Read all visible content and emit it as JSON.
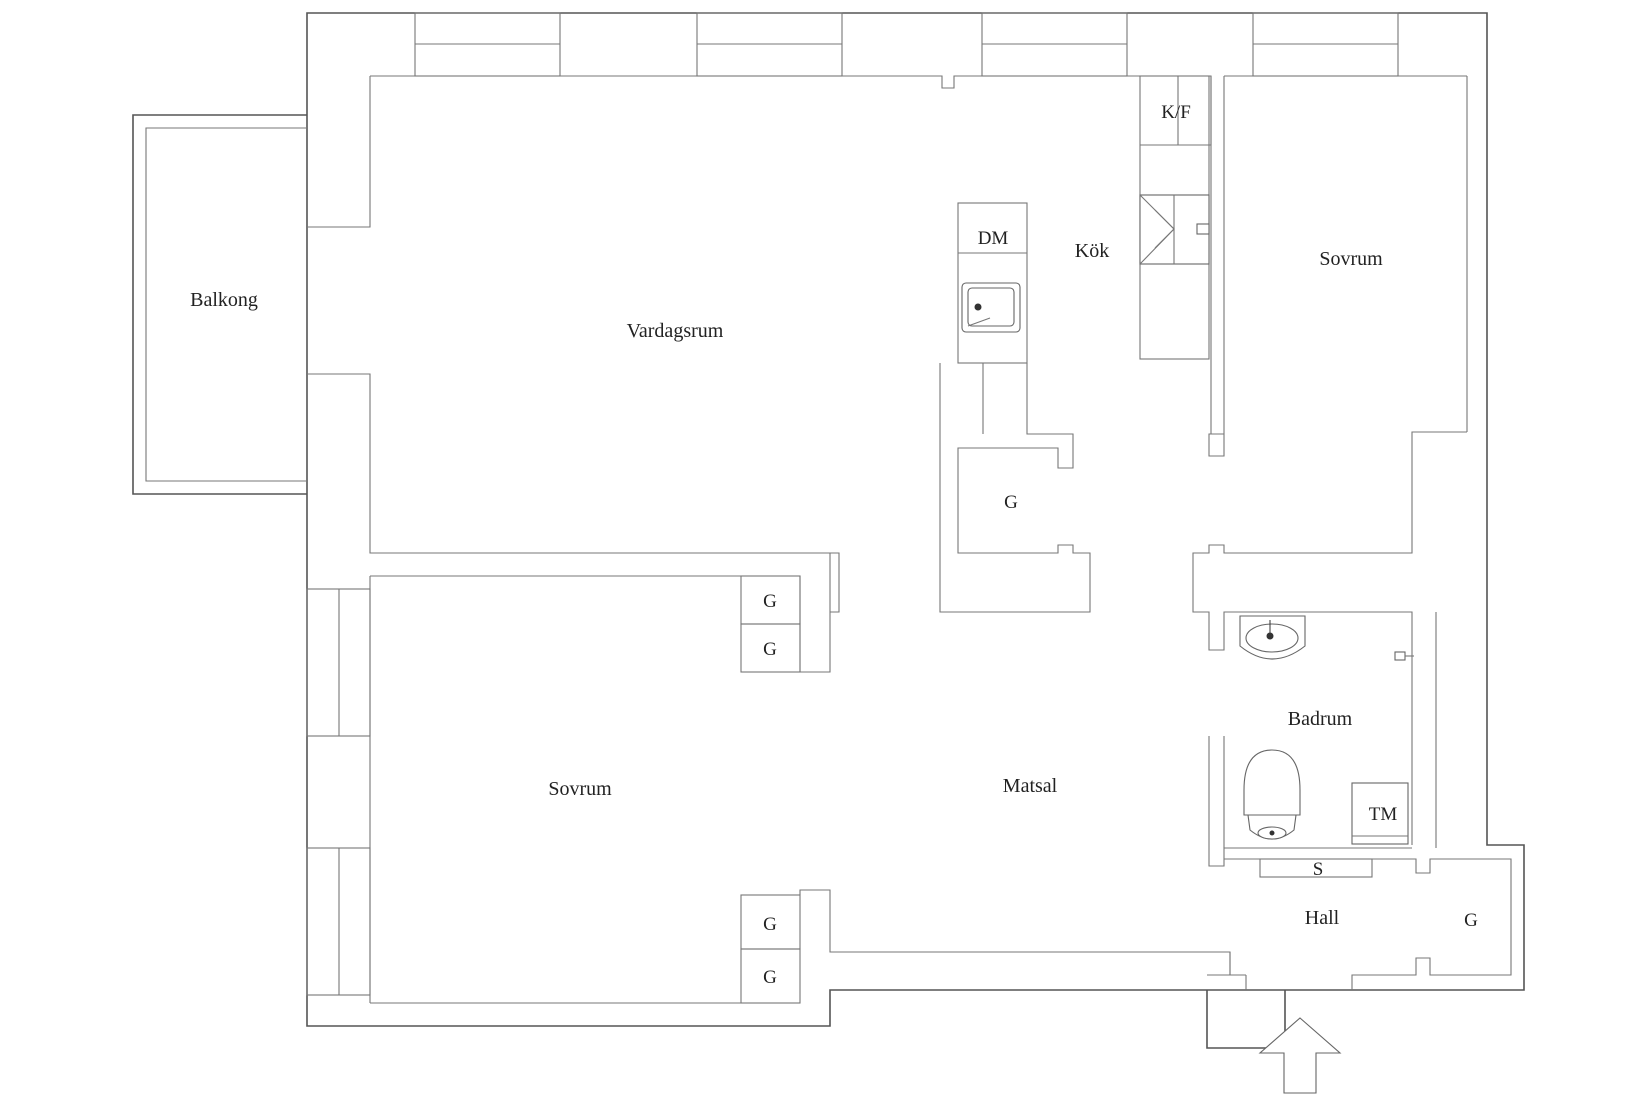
{
  "rooms": {
    "balkong": "Balkong",
    "vardagsrum": "Vardagsrum",
    "kok": "Kök",
    "sovrum_north": "Sovrum",
    "sovrum_west": "Sovrum",
    "matsal": "Matsal",
    "badrum": "Badrum",
    "hall": "Hall"
  },
  "fixtures": {
    "kf": "K/F",
    "dm": "DM",
    "tm": "TM",
    "s": "S",
    "g_closet": "G",
    "g_wardrobe_1": "G",
    "g_wardrobe_2": "G",
    "g_wardrobe_3": "G",
    "g_wardrobe_4": "G",
    "g_hall": "G"
  },
  "entrance_arrow_icon": "arrow-up-icon"
}
